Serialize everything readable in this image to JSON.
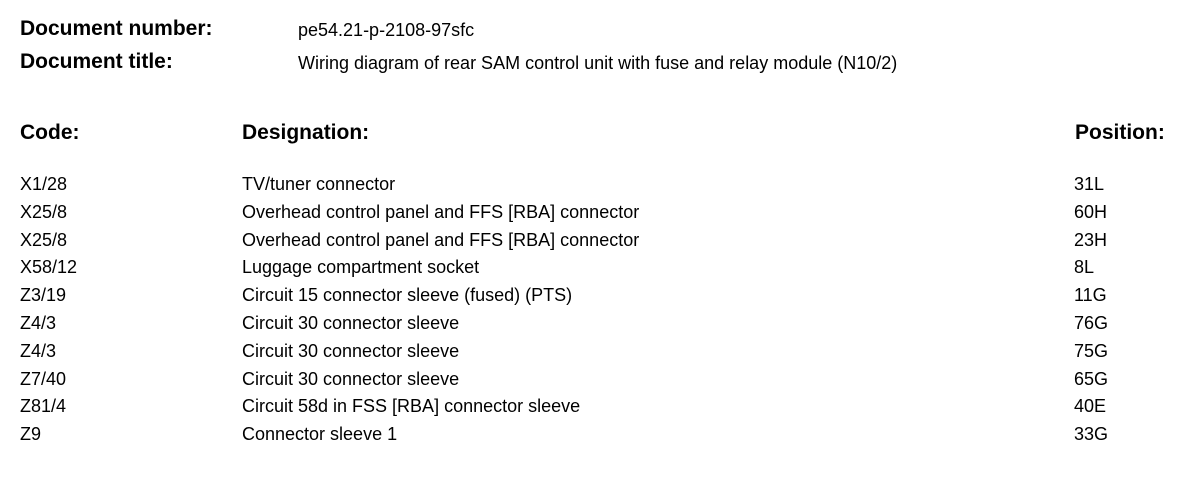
{
  "document": {
    "number_label": "Document number:",
    "number_value": "pe54.21-p-2108-97sfc",
    "title_label": "Document title:",
    "title_value": "Wiring diagram of rear SAM control unit with fuse and relay module (N10/2)"
  },
  "table": {
    "headers": {
      "code": "Code:",
      "designation": "Designation:",
      "position": "Position:"
    },
    "rows": [
      {
        "code": "X1/28",
        "designation": "TV/tuner connector",
        "position": "31L"
      },
      {
        "code": "X25/8",
        "designation": "Overhead control panel and FFS [RBA] connector",
        "position": "60H"
      },
      {
        "code": "X25/8",
        "designation": "Overhead control panel and FFS [RBA] connector",
        "position": "23H"
      },
      {
        "code": "X58/12",
        "designation": "Luggage compartment socket",
        "position": "8L"
      },
      {
        "code": "Z3/19",
        "designation": "Circuit 15 connector sleeve (fused) (PTS)",
        "position": "11G"
      },
      {
        "code": "Z4/3",
        "designation": "Circuit 30 connector sleeve",
        "position": "76G"
      },
      {
        "code": "Z4/3",
        "designation": "Circuit 30 connector sleeve",
        "position": "75G"
      },
      {
        "code": "Z7/40",
        "designation": "Circuit 30 connector sleeve",
        "position": "65G"
      },
      {
        "code": "Z81/4",
        "designation": "Circuit 58d in FSS [RBA] connector sleeve",
        "position": "40E"
      },
      {
        "code": "Z9",
        "designation": "Connector sleeve 1",
        "position": "33G"
      }
    ]
  }
}
